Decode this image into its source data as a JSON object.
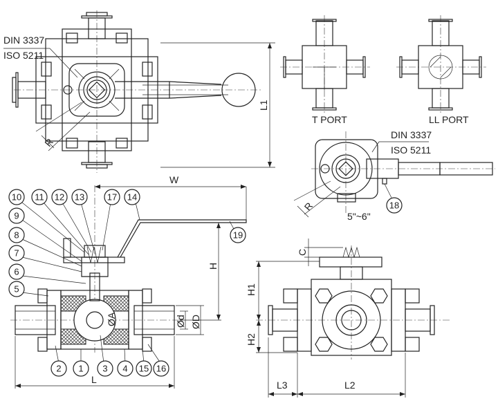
{
  "top_view": {
    "standard_1": "DIN 3337",
    "standard_2": "ISO 5211",
    "radius_label": "R",
    "dim_l1": "L1"
  },
  "port_types": {
    "t_port": "T PORT",
    "ll_port": "LL PORT"
  },
  "detail_view": {
    "standard_1": "DIN 3337",
    "standard_2": "ISO 5211",
    "radius_label": "R",
    "angle_label": "5\"~6\""
  },
  "section_view": {
    "dim_w": "W",
    "dim_h": "H",
    "dim_l": "L",
    "dim_bore_a": "ØA",
    "dim_bore_d": "Ød",
    "dim_outer_d": "ØD"
  },
  "side_view": {
    "dim_c": "C",
    "dim_h1": "H1",
    "dim_h2": "H2",
    "dim_l3": "L3",
    "dim_l2": "L2"
  },
  "part_balloons": [
    "10",
    "11",
    "12",
    "13",
    "17",
    "14",
    "9",
    "8",
    "7",
    "6",
    "5",
    "19",
    "2",
    "1",
    "3",
    "4",
    "15",
    "16",
    "18"
  ]
}
